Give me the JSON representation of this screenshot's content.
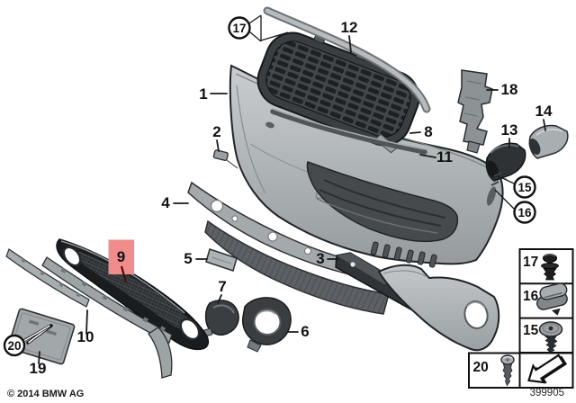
{
  "diagram": {
    "type": "exploded-parts-diagram",
    "subject": "front bumper trim mounting parts",
    "part_labels": {
      "p1": "1",
      "p2": "2",
      "p3": "3",
      "p4": "4",
      "p5": "5",
      "p6": "6",
      "p7": "7",
      "p8": "8",
      "p10": "10",
      "p11": "11",
      "p12": "12",
      "p13": "13",
      "p14": "14",
      "p18": "18",
      "p19": "19"
    },
    "circled_labels": {
      "c15": "15",
      "c16": "16",
      "c17": "17",
      "c20": "20"
    },
    "highlight": {
      "label": "9",
      "box_color": "#f08c8c",
      "text_color": "#6e0f10"
    }
  },
  "fastener_legend": {
    "rows": [
      {
        "label": "17",
        "icon": "expansion-rivet-icon"
      },
      {
        "label": "16",
        "icon": "spring-nut-clip-icon"
      },
      {
        "label": "15",
        "icon": "washer-head-screw-icon"
      }
    ],
    "screw_cell": {
      "label": "20",
      "icon": "tapping-screw-icon"
    },
    "arrow_cell": {
      "icon": "view-direction-arrow-icon"
    }
  },
  "footer": {
    "copyright": "© 2014 BMW AG",
    "drawing_number": "399905"
  }
}
